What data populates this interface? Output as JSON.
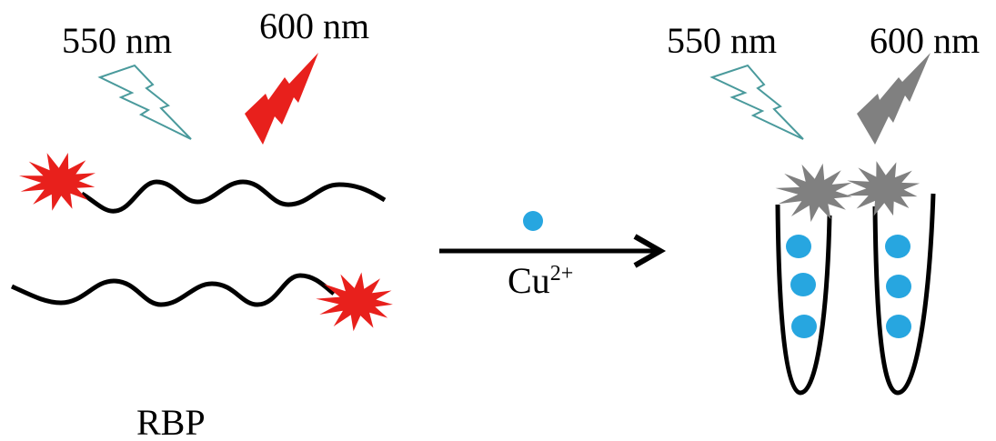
{
  "left": {
    "excitation_label": "550 nm",
    "emission_label": "600 nm",
    "probe_label": "RBP"
  },
  "reaction": {
    "ion_label": "Cu",
    "ion_charge": "2+"
  },
  "right": {
    "excitation_label": "550 nm",
    "emission_label": "600 nm"
  },
  "colors": {
    "fluorophore_on": "#e8201c",
    "fluorophore_off": "#808080",
    "excitation": "#4a9a9c",
    "copper": "#27a6e0",
    "strand": "#000000"
  }
}
